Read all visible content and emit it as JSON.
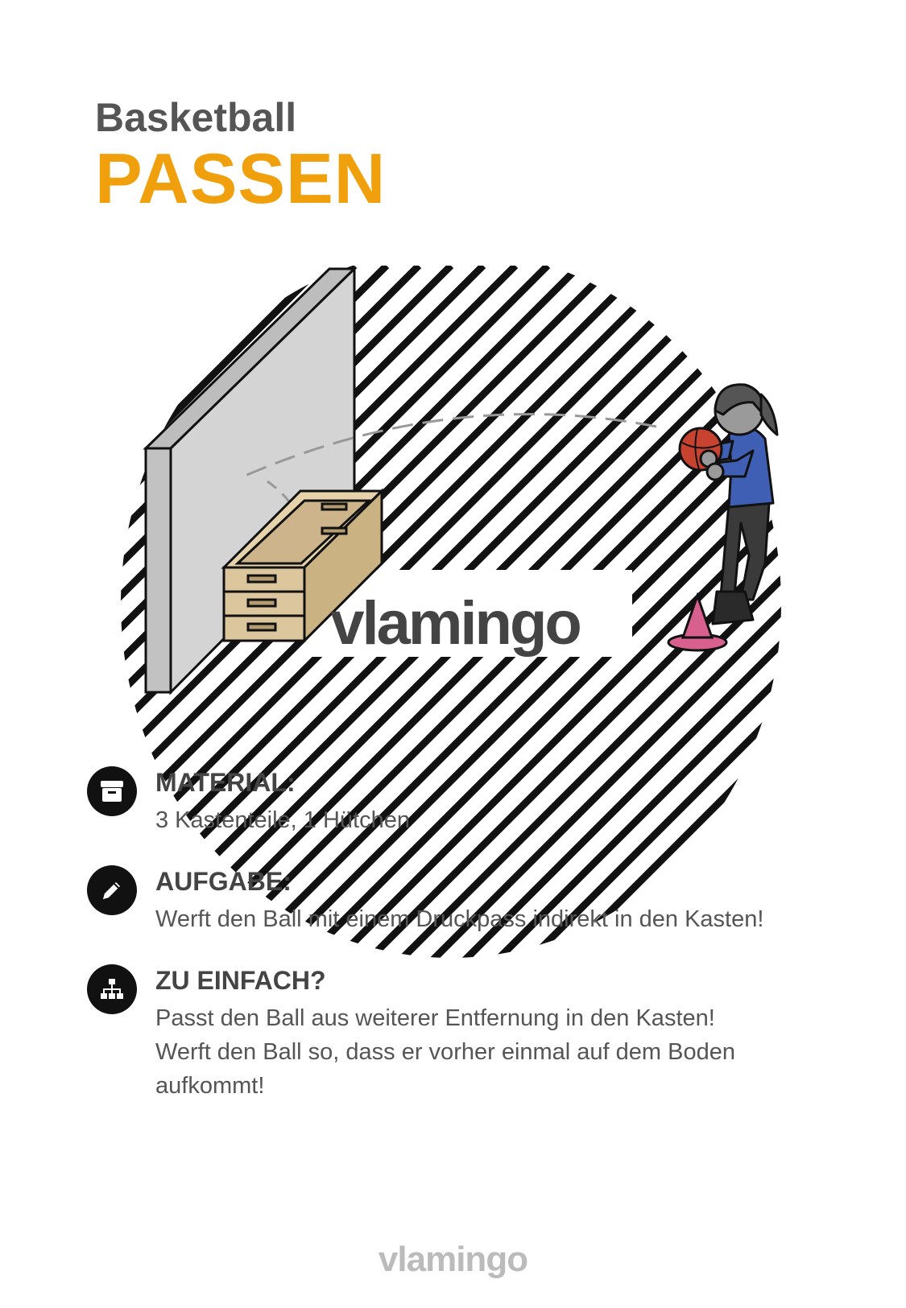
{
  "header": {
    "subject": "Basketball",
    "title": "PASSEN"
  },
  "illustration": {
    "watermark": "vlamingo"
  },
  "sections": [
    {
      "icon": "archive-box-icon",
      "heading": "MATERIAL:",
      "lines": [
        "3 Kastenteile, 1 Hütchen"
      ]
    },
    {
      "icon": "pencil-icon",
      "heading": "AUFGABE:",
      "lines": [
        "Werft den Ball mit einem Druckpass indirekt in den Kasten!"
      ]
    },
    {
      "icon": "hierarchy-icon",
      "heading": "ZU EINFACH?",
      "lines": [
        "Passt den Ball aus weiterer Entfernung in den Kasten!",
        "Werft den Ball so, dass er vorher einmal auf dem Boden",
        "aufkommt!"
      ]
    }
  ],
  "footer": {
    "logo": "vlamingo"
  },
  "colors": {
    "accent": "#f0a00c",
    "text": "#555555",
    "icon_bg": "#111111",
    "shirt": "#3f5fb4",
    "ball": "#c8432f",
    "cone": "#d8608e",
    "box": "#d8c29a",
    "wall": "#d4d4d4"
  }
}
